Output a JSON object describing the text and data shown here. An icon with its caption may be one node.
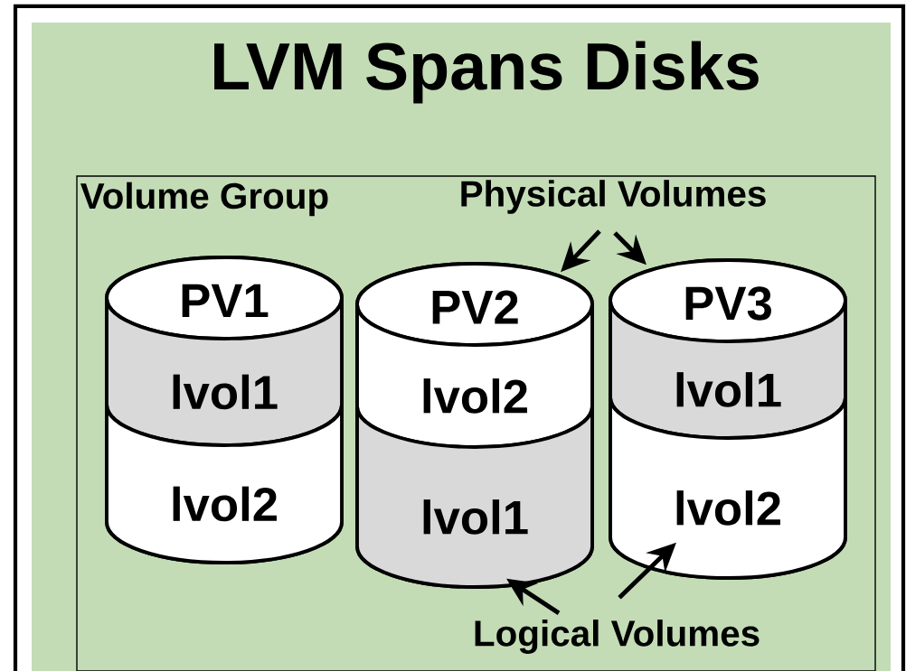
{
  "diagram": {
    "title": "LVM Spans Disks",
    "nodes": [
      {
        "text": [
          "Volume Group"
        ]
      },
      {
        "text": [
          "PV1"
        ],
        "in": 0
      },
      {
        "text": [
          "lvol1"
        ],
        "in": 1
      },
      {
        "text": [
          "lvol2"
        ],
        "in": 1
      },
      {
        "text": [
          "PV2"
        ],
        "in": 0
      },
      {
        "text": [
          "lvol2"
        ],
        "in": 4
      },
      {
        "text": [
          "lvol1"
        ],
        "in": 4
      },
      {
        "text": [
          "PV3"
        ],
        "in": 0
      },
      {
        "text": [
          "lvol1"
        ],
        "in": 7
      },
      {
        "text": [
          "lvol2"
        ],
        "in": 7
      },
      {
        "text": [
          "Physical Volumes"
        ],
        "in": 0
      },
      {
        "text": [
          "Logical Volumes"
        ],
        "in": 0
      }
    ],
    "edges": [
      {
        "from": 10,
        "to": 4,
        "arrow": "to"
      },
      {
        "from": 10,
        "to": 7,
        "arrow": "to"
      },
      {
        "from": 11,
        "to": 6,
        "arrow": "to"
      },
      {
        "from": 11,
        "to": 9,
        "arrow": "to"
      }
    ]
  }
}
